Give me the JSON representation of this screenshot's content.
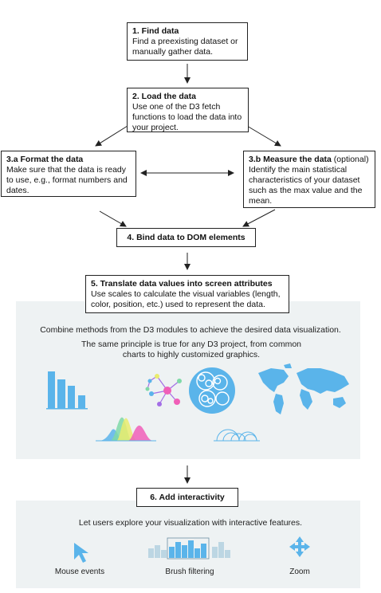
{
  "steps": {
    "find": {
      "title": "1. Find data",
      "body": "Find a preexisting dataset or manually gather data."
    },
    "load": {
      "title": "2. Load the data",
      "body": "Use one of the D3 fetch functions to load the data into your project."
    },
    "format": {
      "title": "3.a Format the data",
      "body": "Make sure that the data is ready to use, e.g., format numbers and dates."
    },
    "measure": {
      "title": "3.b Measure the data",
      "optional": " (optional)",
      "body": "Identify the main statistical characteristics of your dataset such as the max value and the mean."
    },
    "bind": {
      "title": "4. Bind data to DOM elements"
    },
    "translate": {
      "title": "5. Translate data values into screen attributes",
      "body": "Use scales to calculate the visual variables (length, color, position, etc.) used to represent the data."
    },
    "interactivity": {
      "title": "6. Add interactivity"
    }
  },
  "modules_panel": {
    "line1": "Combine methods from the D3 modules to achieve the desired data visualization.",
    "line2": "The same principle is true for any D3 project, from common charts to highly customized graphics."
  },
  "interaction_panel": {
    "intro": "Let users explore your visualization with interactive features.",
    "features": [
      {
        "label": "Mouse events",
        "icon": "cursor-icon"
      },
      {
        "label": "Brush filtering",
        "icon": "brush-histogram-icon"
      },
      {
        "label": "Zoom",
        "icon": "move-arrows-icon"
      }
    ]
  },
  "colors": {
    "accent": "#5ab4ea",
    "panel_bg": "#eef2f3",
    "pink": "#f05fb8",
    "yellow": "#e9ec6e",
    "green": "#7fd9a7",
    "purple": "#a36ee6"
  }
}
